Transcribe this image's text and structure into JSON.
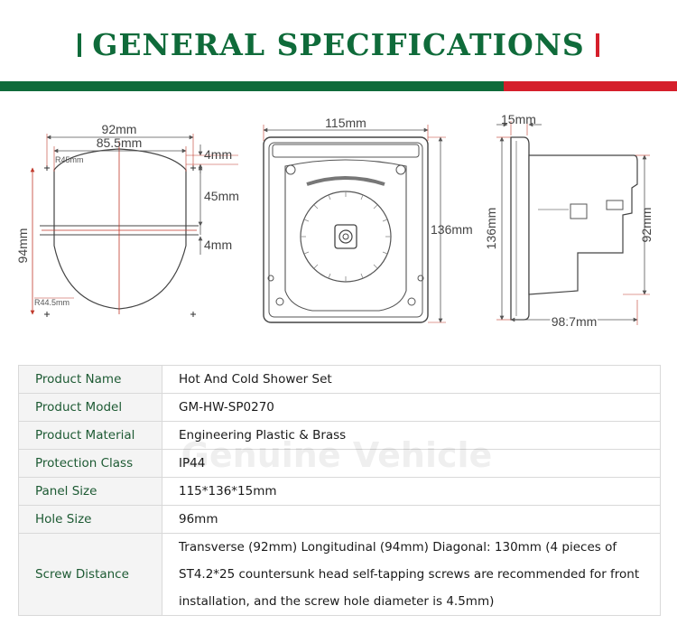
{
  "header": {
    "title": "GENERAL SPECIFICATIONS"
  },
  "colors": {
    "brand_green": "#0f6b3a",
    "accent_red": "#d51f2b"
  },
  "drawing_front": {
    "width_outer": "92mm",
    "width_inner": "85.5mm",
    "radius_top": "R45mm",
    "radius_bottom": "R44.5mm",
    "height": "94mm",
    "gap_top": "4mm",
    "middle": "45mm",
    "gap_bottom": "4mm"
  },
  "drawing_panel": {
    "width": "115mm",
    "height": "136mm"
  },
  "drawing_side": {
    "depth": "15mm",
    "height_panel": "136mm",
    "height_body": "92mm",
    "length": "98.7mm"
  },
  "watermark": "Genuine Vehicle",
  "specs": [
    {
      "label": "Product Name",
      "value": "Hot And Cold Shower Set"
    },
    {
      "label": "Product Model",
      "value": "GM-HW-SP0270"
    },
    {
      "label": "Product Material",
      "value": "Engineering Plastic & Brass"
    },
    {
      "label": "Protection Class",
      "value": "IP44"
    },
    {
      "label": "Panel Size",
      "value": "115*136*15mm"
    },
    {
      "label": "Hole Size",
      "value": "96mm"
    },
    {
      "label": "Screw Distance",
      "value": "Transverse (92mm) Longitudinal (94mm) Diagonal: 130mm (4 pieces of ST4.2*25 countersunk head self-tapping screws are recommended for front installation, and the screw hole diameter is 4.5mm)"
    }
  ]
}
